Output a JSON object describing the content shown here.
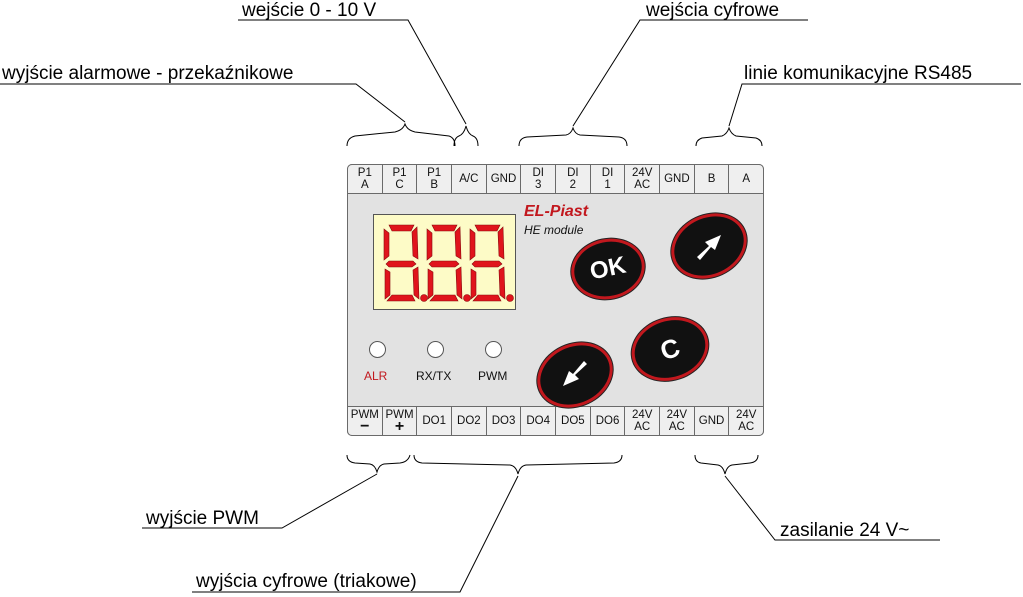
{
  "callouts": {
    "analog_input": "wejście 0 - 10 V",
    "digital_inputs": "wejścia cyfrowe",
    "alarm_output": "wyjście alarmowe - przekaźnikowe",
    "rs485": "linie komunikacyjne RS485",
    "pwm_output": "wyjście PWM",
    "supply": "zasilanie 24 V~",
    "digital_outputs": "wyjścia cyfrowe (triakowe)"
  },
  "top_terminals": [
    {
      "l1": "P1",
      "l2": "A"
    },
    {
      "l1": "P1",
      "l2": "C"
    },
    {
      "l1": "P1",
      "l2": "B"
    },
    {
      "l1": "A/C",
      "l2": ""
    },
    {
      "l1": "GND",
      "l2": ""
    },
    {
      "l1": "DI",
      "l2": "3"
    },
    {
      "l1": "DI",
      "l2": "2"
    },
    {
      "l1": "DI",
      "l2": "1"
    },
    {
      "l1": "24V",
      "l2": "AC"
    },
    {
      "l1": "GND",
      "l2": ""
    },
    {
      "l1": "B",
      "l2": ""
    },
    {
      "l1": "A",
      "l2": ""
    }
  ],
  "bottom_terminals": [
    {
      "l1": "PWM",
      "l2": "−"
    },
    {
      "l1": "PWM",
      "l2": "+"
    },
    {
      "l1": "DO1",
      "l2": ""
    },
    {
      "l1": "DO2",
      "l2": ""
    },
    {
      "l1": "DO3",
      "l2": ""
    },
    {
      "l1": "DO4",
      "l2": ""
    },
    {
      "l1": "DO5",
      "l2": ""
    },
    {
      "l1": "DO6",
      "l2": ""
    },
    {
      "l1": "24V",
      "l2": "AC"
    },
    {
      "l1": "24V",
      "l2": "AC"
    },
    {
      "l1": "GND",
      "l2": ""
    },
    {
      "l1": "24V",
      "l2": "AC"
    }
  ],
  "device": {
    "brand": "EL-Piast",
    "model": "HE module",
    "display": "8.8.8.",
    "leds": [
      {
        "label": "ALR",
        "color": "#c2181e"
      },
      {
        "label": "RX/TX",
        "color": "#111111"
      },
      {
        "label": "PWM",
        "color": "#111111"
      }
    ],
    "buttons": {
      "ok": "OK",
      "cancel": "C",
      "up": "up-right-arrow-icon",
      "down": "down-left-arrow-icon"
    }
  },
  "colors": {
    "accent": "#c2181e",
    "display_bg": "#fdfbc7",
    "segment": "#e0141c",
    "panel": "#e2e2e2"
  }
}
